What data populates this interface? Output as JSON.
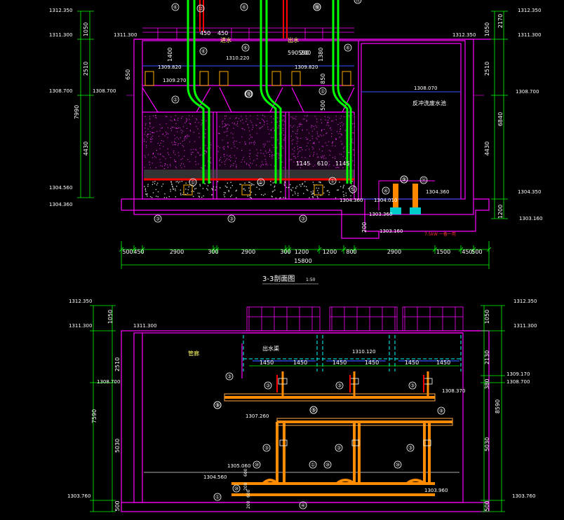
{
  "title": {
    "text": "3-3剖面图",
    "scale": "1:50"
  },
  "upper": {
    "elev_left": [
      "1312.350",
      "1311.300",
      "1308.700",
      "1308.700",
      "1304.560",
      "1304.360"
    ],
    "elev_right": [
      "1312.350",
      "1311.300",
      "1308.700",
      "1304.350",
      "1303.160"
    ],
    "elev_inner": [
      "1311.300",
      "1309.820",
      "1310.220",
      "1309.820",
      "1309.270",
      "1308.070",
      "1304.360",
      "1304.360",
      "1303.360",
      "1303.160",
      "1304.010"
    ],
    "vdim_left_outer": [
      "7990"
    ],
    "vdim_left_inner": [
      "1050",
      "2510",
      "4430"
    ],
    "vdim_right_outer": [
      "2170",
      "6840",
      "1200"
    ],
    "vdim_right_inner": [
      "1050",
      "2510",
      "4430"
    ],
    "hdims": [
      "500",
      "450",
      "2900",
      "300",
      "2900",
      "300",
      "1200",
      "1200",
      "800",
      "2900",
      "1500",
      "450",
      "500"
    ],
    "total": "15800",
    "inner_dims": [
      "450",
      "450",
      "590",
      "200",
      "1145",
      "610",
      "1145",
      "650",
      "1400",
      "1380",
      "500",
      "850",
      "200",
      "590"
    ],
    "labels": {
      "backwash_tank": "反冲洗废水池",
      "inlet": "进水",
      "outlet": "出水",
      "note_pump": "7.5kW 一备一用"
    },
    "callouts": [
      "⑥",
      "⑥",
      "⑥",
      "⑥",
      "⑥",
      "⑥",
      "②",
      "②",
      "②",
      "③",
      "③",
      "③",
      "⑦",
      "①",
      "①",
      "①",
      "①",
      "④",
      "⑤",
      "⑪",
      "⑪",
      "⑫",
      "⑫",
      "⑬"
    ]
  },
  "lower": {
    "elev_left": [
      "1312.350",
      "1311.300",
      "1311.300",
      "1308.700",
      "1307.260",
      "1305.060",
      "1304.560",
      "1303.760"
    ],
    "elev_right": [
      "1312.350",
      "1311.300",
      "1309.170",
      "1308.700",
      "1303.760"
    ],
    "elev_inner": [
      "1310.120",
      "1308.370",
      "1303.960"
    ],
    "vdim_left_outer": [
      "7590"
    ],
    "vdim_left_inner": [
      "1050",
      "2510",
      "5030",
      "500"
    ],
    "vdim_right_outer": [
      "8590"
    ],
    "vdim_right_inner": [
      "1050",
      "2130",
      "380",
      "5030",
      "500"
    ],
    "hdims_top": [
      "1450",
      "1450",
      "1450",
      "1450",
      "1450",
      "1450"
    ],
    "small_dims": [
      "200",
      "600",
      "600",
      "200"
    ],
    "labels": {
      "outlet_trough": "出水渠",
      "pipe_gallery": "管廊"
    },
    "callouts": [
      "③",
      "③",
      "③",
      "③",
      "③",
      "③",
      "③",
      "③",
      "③",
      "⑤",
      "⑨",
      "⑨",
      "⑩",
      "⑩",
      "⑩",
      "⑩",
      "①",
      "④",
      "①"
    ]
  },
  "colors": {
    "wall": "#ff00ff",
    "dim": "#00ff00",
    "pipe_green": "#00ff00",
    "pipe_orange": "#ff8c00",
    "water": "#3355ff",
    "red": "#ff0000",
    "cyan": "#00ffff",
    "white": "#ffffff",
    "yellow": "#ffff00",
    "gravel": "#ffff00"
  }
}
